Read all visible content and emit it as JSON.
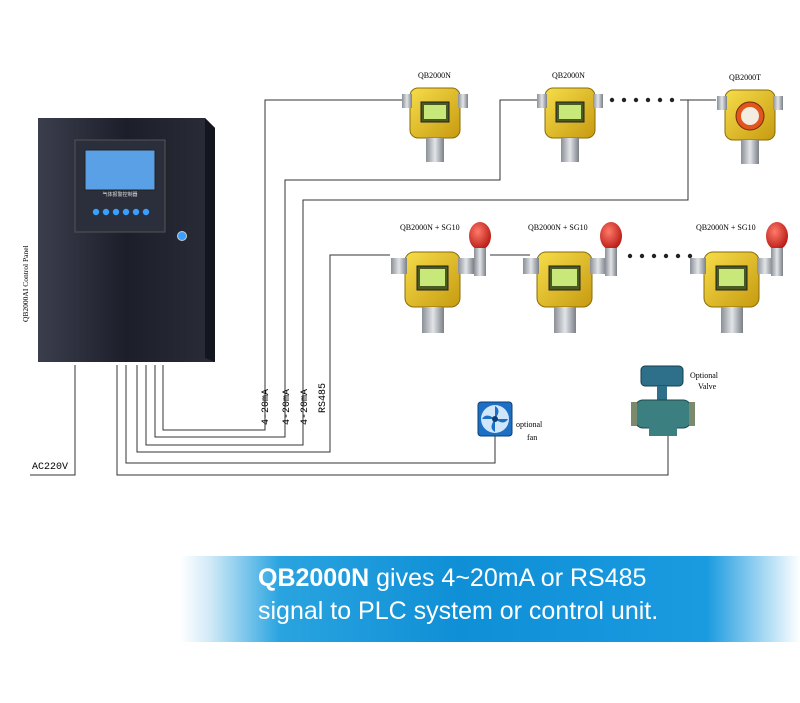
{
  "control_panel": {
    "side_label": "QB2000AI Control Panel",
    "screen_caption": "气体报警控制器"
  },
  "detectors": {
    "top_row": [
      "QB2000N",
      "QB2000N",
      "QB2000T"
    ],
    "middle_row": [
      "QB2000N + SG10",
      "QB2000N + SG10",
      "QB2000N + SG10"
    ]
  },
  "signals": {
    "line1": "4-20mA",
    "line2": "4-20mA",
    "line3": "4-20mA",
    "line4": "RS485"
  },
  "power": {
    "label": "AC220V"
  },
  "optional_fan": {
    "line1": "optional",
    "line2": "fan"
  },
  "optional_valve": {
    "line1": "Optional",
    "line2": "Valve"
  },
  "banner": {
    "bold": "QB2000N",
    "rest_line1": " gives 4~20mA or RS485",
    "line2": "signal to PLC system or control unit."
  },
  "colors": {
    "detector_body": "#e8c21a",
    "banner_blue": "#1a9be0",
    "panel_dark": "#1c1e2a",
    "beacon_red": "#d4281e"
  }
}
